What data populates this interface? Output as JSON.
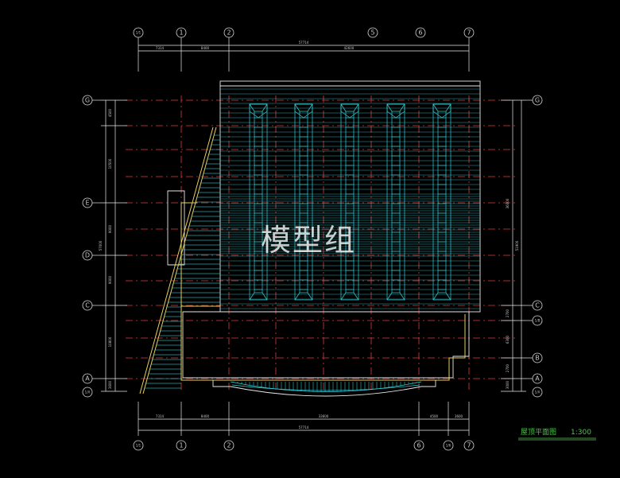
{
  "axes": {
    "top_columns": [
      "1/1",
      "1",
      "2",
      "5",
      "6",
      "7"
    ],
    "bottom_columns": [
      "1/1",
      "1",
      "2",
      "6",
      "1/6",
      "7"
    ],
    "left_rows": [
      "G",
      "E",
      "D",
      "C",
      "A",
      "1/A"
    ],
    "right_rows": [
      "G",
      "C",
      "1/B",
      "B",
      "A",
      "1/A"
    ]
  },
  "dimensions": {
    "top_segments": [
      "7314",
      "8400",
      "42600"
    ],
    "top_total": "57714",
    "bottom_segments": [
      "7314",
      "8400",
      "33600",
      "4500",
      "3600"
    ],
    "bottom_total": "57714",
    "left_segments": [
      "4500",
      "10500",
      "9000",
      "9000",
      "10800",
      "3600"
    ],
    "left_total": "57000",
    "right_segments": [
      "36000",
      "2700",
      "6300",
      "2700",
      "3000"
    ],
    "right_total": "51900"
  },
  "title": {
    "text": "屋顶平面图",
    "scale": "1:300"
  },
  "watermark": "模型组",
  "colors": {
    "background": "#000000",
    "axis_grid": "#e03a3a",
    "skylight": "#33d0d8",
    "outline": "#e6e6e6",
    "parapet": "#e8d060",
    "annotation": "#5fc25f"
  }
}
